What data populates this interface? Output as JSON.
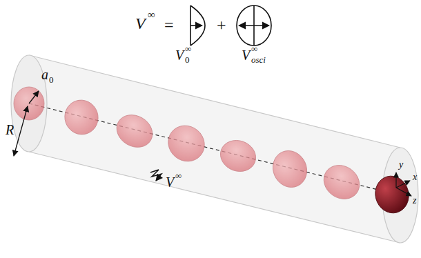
{
  "diagram": {
    "labels": [
      "V",
      "∞",
      "=",
      "+",
      "V",
      "∞",
      "0",
      "V",
      "∞",
      "osci",
      "a",
      "0",
      "R",
      "V",
      "∞",
      "y",
      "x",
      "z"
    ]
  }
}
